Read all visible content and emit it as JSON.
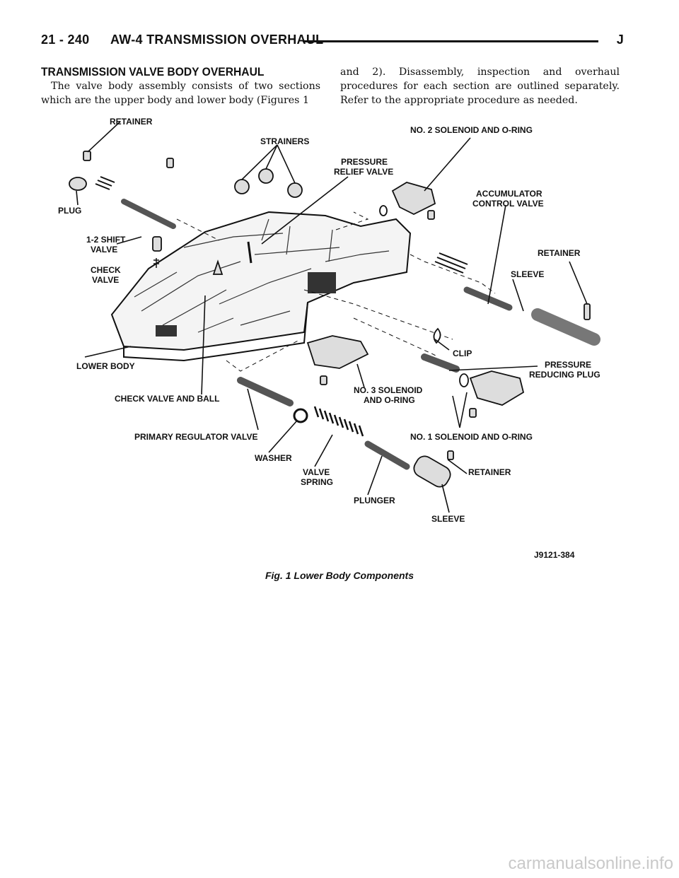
{
  "header": {
    "page_number": "21 - 240",
    "title": "AW-4 TRANSMISSION OVERHAUL",
    "letter": "J"
  },
  "section": {
    "title": "TRANSMISSION VALVE BODY OVERHAUL",
    "para_left": "The valve body assembly consists of two sections which are the upper body and lower body (Figures 1",
    "para_right": "and 2). Disassembly, inspection and overhaul procedures for each section are outlined separately. Refer to the appropriate procedure as needed."
  },
  "figure": {
    "labels": {
      "retainer_top": "RETAINER",
      "strainers": "STRAINERS",
      "pressure_relief_1": "PRESSURE",
      "pressure_relief_2": "RELIEF VALVE",
      "no2_solenoid": "NO. 2 SOLENOID AND O-RING",
      "accumulator_1": "ACCUMULATOR",
      "accumulator_2": "CONTROL VALVE",
      "plug": "PLUG",
      "shift_1": "1-2 SHIFT",
      "shift_2": "VALVE",
      "check_1": "CHECK",
      "check_2": "VALVE",
      "retainer_right": "RETAINER",
      "sleeve_right": "SLEEVE",
      "lower_body": "LOWER BODY",
      "clip": "CLIP",
      "pressure_reducing_1": "PRESSURE",
      "pressure_reducing_2": "REDUCING PLUG",
      "check_valve_ball": "CHECK VALVE AND BALL",
      "no3_solenoid_1": "NO. 3 SOLENOID",
      "no3_solenoid_2": "AND O-RING",
      "primary_regulator": "PRIMARY REGULATOR VALVE",
      "no1_solenoid": "NO. 1 SOLENOID AND O-RING",
      "washer": "WASHER",
      "valve_spring_1": "VALVE",
      "valve_spring_2": "SPRING",
      "retainer_bottom": "RETAINER",
      "plunger": "PLUNGER",
      "sleeve_bottom": "SLEEVE"
    },
    "figure_id": "J9121-384",
    "caption": "Fig. 1 Lower Body Components"
  },
  "watermark": "carmanualsonline.info"
}
